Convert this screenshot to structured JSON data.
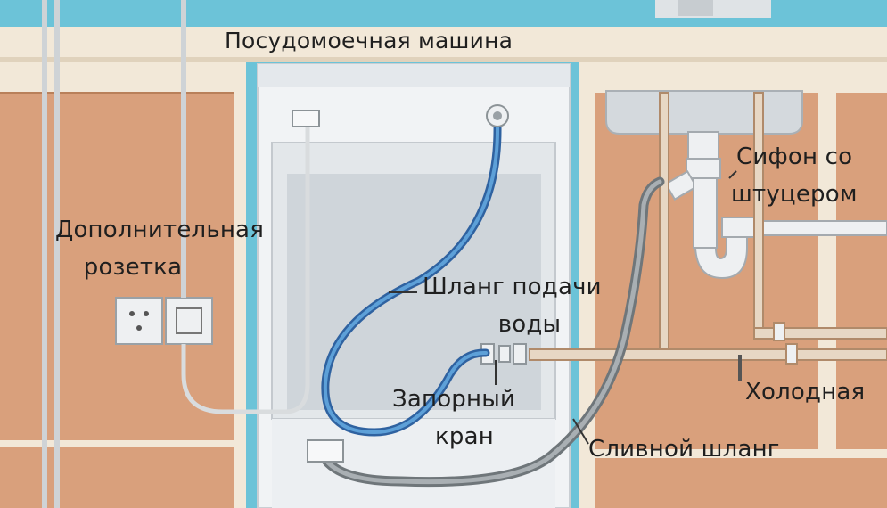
{
  "labels": {
    "dishwasher": "Посудомоечная машина",
    "outlet_line1": "Дополнительная",
    "outlet_line2": "розетка",
    "siphon_line1": "Сифон со",
    "siphon_line2": "штуцером",
    "supply_line1": "Шланг подачи",
    "supply_line2": "воды",
    "valve_line1": "Запорный",
    "valve_line2": "кран",
    "cold": "Холодная",
    "drain": "Сливной шланг"
  },
  "colors": {
    "wall": "#d9a07c",
    "water_line": "#6cc3d8",
    "cabinet_frame": "#f2e8d8",
    "dishwasher_body": "#f1f3f5",
    "supply_hose": "#3f7fc0",
    "drain_hose": "#8c9397",
    "pipe": "#d9dcde"
  }
}
